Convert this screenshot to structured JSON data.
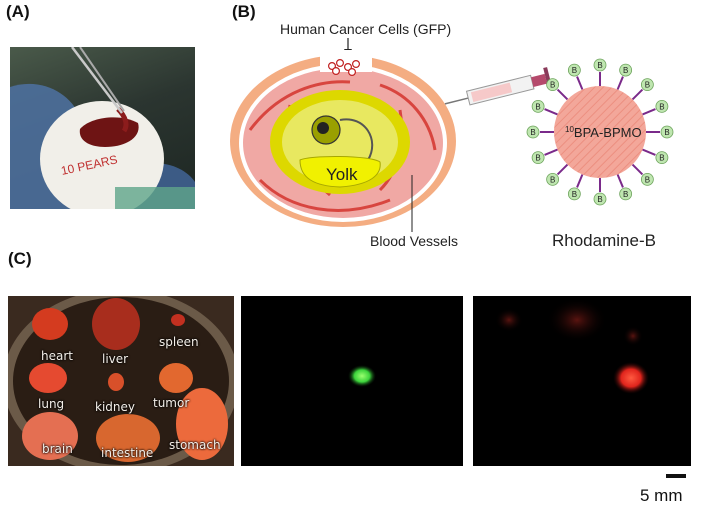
{
  "panels": {
    "a_label": "(A)",
    "b_label": "(B)",
    "c_label": "(C)"
  },
  "panel_a": {
    "egg_writing": "10 PEARS"
  },
  "panel_b": {
    "cancer_cells_label": "Human Cancer Cells (GFP)",
    "yolk_label": "Yolk",
    "vessels_label": "Blood Vessels",
    "particle_label_sup": "10",
    "particle_label_main": "BPA-BPMO",
    "boron_letter": "B",
    "dye_label": "Rhodamine-B"
  },
  "panel_c": {
    "organs": [
      "heart",
      "liver",
      "spleen",
      "lung",
      "kidney",
      "tumor",
      "brain",
      "intestine",
      "stomach"
    ],
    "scale_bar_label": "5 mm"
  },
  "colors": {
    "gfp_green": "#3bd23b",
    "rhodamine_red": "#e0241c",
    "particle_pink": "#f3a79a",
    "yolk_yellow": "#e8e800",
    "egg_outer": "#f4a97a"
  }
}
